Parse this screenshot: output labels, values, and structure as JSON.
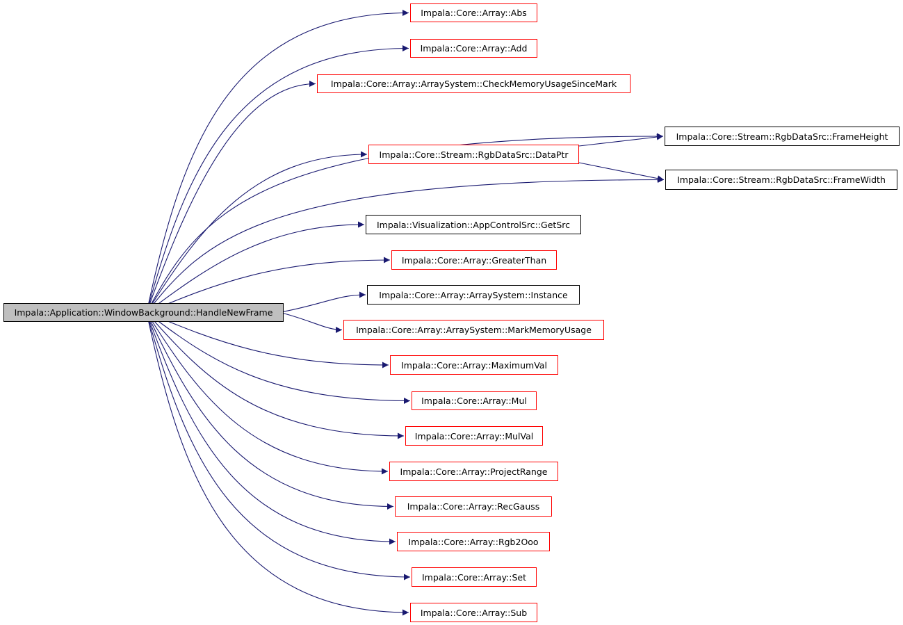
{
  "root": {
    "label": "Impala::Application::WindowBackground::HandleNewFrame"
  },
  "nodes": [
    {
      "id": "abs",
      "label": "Impala::Core::Array::Abs",
      "border": "red"
    },
    {
      "id": "add",
      "label": "Impala::Core::Array::Add",
      "border": "red"
    },
    {
      "id": "checkmem",
      "label": "Impala::Core::Array::ArraySystem::CheckMemoryUsageSinceMark",
      "border": "red"
    },
    {
      "id": "frameheight",
      "label": "Impala::Core::Stream::RgbDataSrc::FrameHeight",
      "border": "black"
    },
    {
      "id": "dataptr",
      "label": "Impala::Core::Stream::RgbDataSrc::DataPtr",
      "border": "red"
    },
    {
      "id": "framewidth",
      "label": "Impala::Core::Stream::RgbDataSrc::FrameWidth",
      "border": "black"
    },
    {
      "id": "getsrc",
      "label": "Impala::Visualization::AppControlSrc::GetSrc",
      "border": "black"
    },
    {
      "id": "greaterthan",
      "label": "Impala::Core::Array::GreaterThan",
      "border": "red"
    },
    {
      "id": "instance",
      "label": "Impala::Core::Array::ArraySystem::Instance",
      "border": "black"
    },
    {
      "id": "markmem",
      "label": "Impala::Core::Array::ArraySystem::MarkMemoryUsage",
      "border": "red"
    },
    {
      "id": "maxval",
      "label": "Impala::Core::Array::MaximumVal",
      "border": "red"
    },
    {
      "id": "mul",
      "label": "Impala::Core::Array::Mul",
      "border": "red"
    },
    {
      "id": "mulval",
      "label": "Impala::Core::Array::MulVal",
      "border": "red"
    },
    {
      "id": "projectrange",
      "label": "Impala::Core::Array::ProjectRange",
      "border": "red"
    },
    {
      "id": "recgauss",
      "label": "Impala::Core::Array::RecGauss",
      "border": "red"
    },
    {
      "id": "rgb2ooo",
      "label": "Impala::Core::Array::Rgb2Ooo",
      "border": "red"
    },
    {
      "id": "set",
      "label": "Impala::Core::Array::Set",
      "border": "red"
    },
    {
      "id": "sub",
      "label": "Impala::Core::Array::Sub",
      "border": "red"
    }
  ],
  "edges": [
    {
      "from": "root",
      "to": "abs"
    },
    {
      "from": "root",
      "to": "add"
    },
    {
      "from": "root",
      "to": "checkmem"
    },
    {
      "from": "root",
      "to": "frameheight"
    },
    {
      "from": "root",
      "to": "dataptr"
    },
    {
      "from": "root",
      "to": "framewidth"
    },
    {
      "from": "root",
      "to": "getsrc"
    },
    {
      "from": "root",
      "to": "greaterthan"
    },
    {
      "from": "root",
      "to": "instance"
    },
    {
      "from": "root",
      "to": "markmem"
    },
    {
      "from": "root",
      "to": "maxval"
    },
    {
      "from": "root",
      "to": "mul"
    },
    {
      "from": "root",
      "to": "mulval"
    },
    {
      "from": "root",
      "to": "projectrange"
    },
    {
      "from": "root",
      "to": "recgauss"
    },
    {
      "from": "root",
      "to": "rgb2ooo"
    },
    {
      "from": "root",
      "to": "set"
    },
    {
      "from": "root",
      "to": "sub"
    },
    {
      "from": "dataptr",
      "to": "frameheight"
    },
    {
      "from": "dataptr",
      "to": "framewidth"
    }
  ],
  "colors": {
    "edge": "#191970",
    "red_border": "#ff0000",
    "black_border": "#000000",
    "root_fill": "#bfbfbf"
  }
}
